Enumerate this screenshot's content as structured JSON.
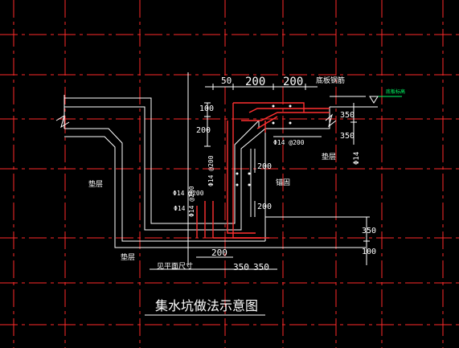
{
  "title": "集水坑做法示意图",
  "dims": {
    "top_50": "50",
    "top_200_a": "200",
    "top_200_b": "200",
    "left_100": "100",
    "left_200": "200",
    "right_350_top": "350",
    "right_350_mid": "350",
    "right_350_low": "350",
    "right_100": "100",
    "mid_200_v": "200",
    "mid_200_v2": "200",
    "bottom_200": "200",
    "bottom_350_a": "350",
    "bottom_350_b": "350",
    "bottom_text": "见平面尺寸"
  },
  "labels": {
    "bottom_rebar": "底板钢筋",
    "cushion_right": "垫层",
    "cushion_left": "垫层",
    "cushion_bottom": "垫层",
    "anchor": "锚固",
    "elevation": "底板标高",
    "phi14_a": "Φ14 @200",
    "phi14_b": "Φ14 @200",
    "phi14_c": "Φ14 @200",
    "phi14_d": "Φ14 @200",
    "h": "Φ14",
    "va": "Φ14"
  },
  "colors": {
    "grid": "#ff2a2a",
    "structure": "#ffffff",
    "rebar": "#ff3030",
    "dimension": "#ffffff",
    "marker": "#00ff66"
  }
}
